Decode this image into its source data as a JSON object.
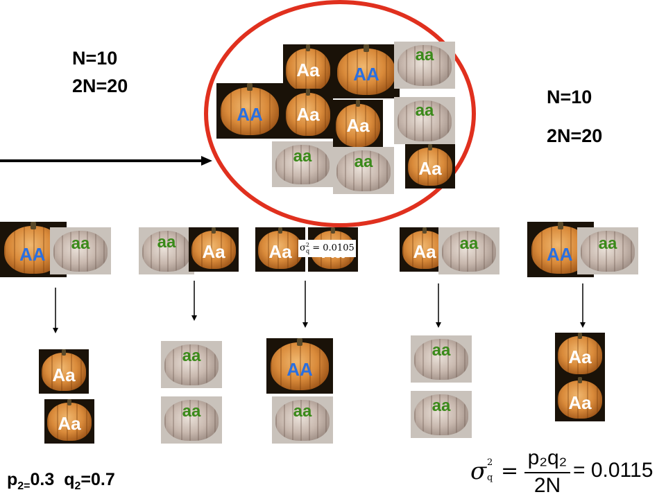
{
  "labels": {
    "left_N": "N=10",
    "left_2N": "2N=20",
    "right_N": "N=10",
    "right_2N": "2N=20"
  },
  "parent_population": [
    "Aa",
    "AA",
    "aa",
    "AA",
    "Aa",
    "Aa",
    "aa",
    "aa",
    "aa",
    "Aa"
  ],
  "offspring_pairs": [
    [
      "AA",
      "aa"
    ],
    [
      "aa",
      "Aa"
    ],
    [
      "Aa",
      "Aa"
    ],
    [
      "Aa",
      "aa"
    ],
    [
      "AA",
      "aa"
    ]
  ],
  "offspring": [
    [
      "Aa",
      "Aa"
    ],
    [
      "aa",
      "aa"
    ],
    [
      "AA",
      "aa"
    ],
    [
      "aa",
      "aa"
    ],
    [
      "Aa",
      "Aa"
    ]
  ],
  "small_formula": {
    "sigma": "σ",
    "sub": "q",
    "sup": "2",
    "value": "= 0.0105"
  },
  "freq": {
    "p_label": "p",
    "p_sub": "2=",
    "p_value": "0.3",
    "q_label": "q",
    "q_sub": "2",
    "q_value": "=0.7"
  },
  "formula": {
    "sigma": "σ",
    "sub": "q",
    "sup": "2",
    "numerator": "p₂q₂",
    "denominator": "2N",
    "result": "= 0.0115"
  },
  "colors": {
    "AA": "#2a6fe0",
    "Aa": "#ffffff",
    "aa": "#3a8a1a",
    "ring": "#e0301e"
  }
}
